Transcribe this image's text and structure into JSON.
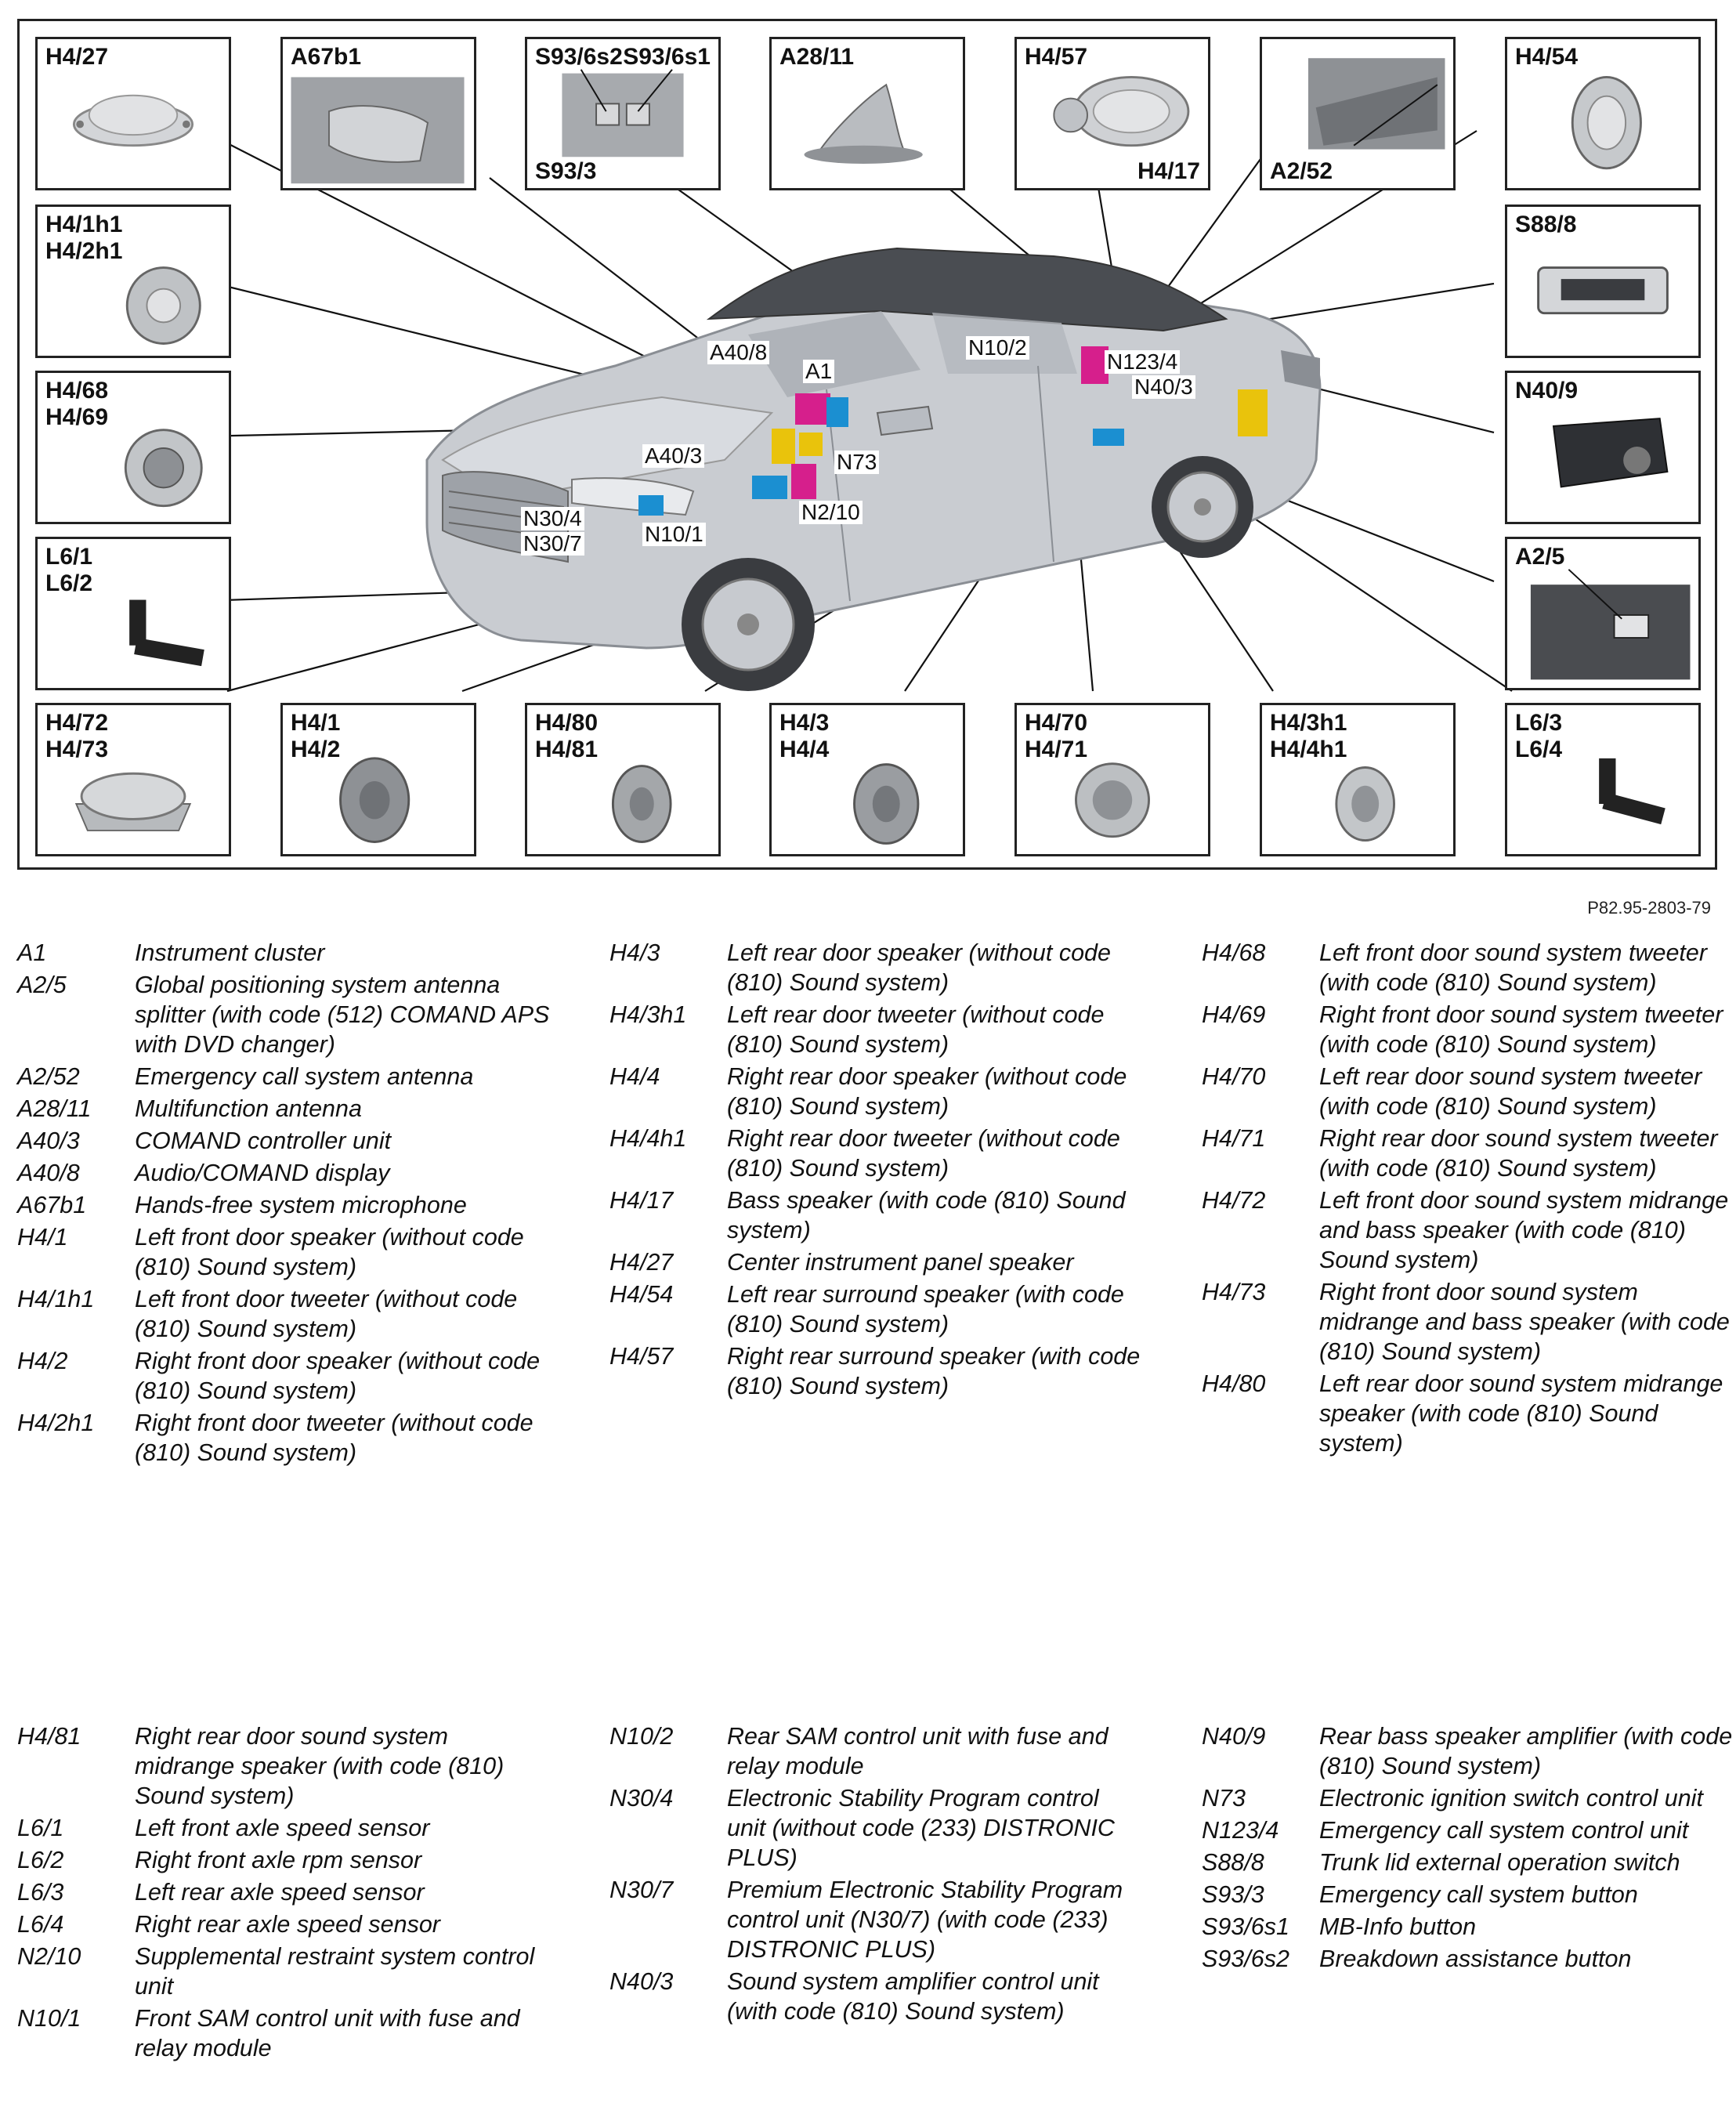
{
  "diagram": {
    "top_boxes": [
      {
        "id": "h4-27",
        "labels": [
          "H4/27"
        ]
      },
      {
        "id": "a67b1",
        "labels": [
          "A67b1"
        ]
      },
      {
        "id": "s93",
        "labels": [
          "S93/6s2",
          "S93/6s1",
          "S93/3"
        ]
      },
      {
        "id": "a28-11",
        "labels": [
          "A28/11"
        ]
      },
      {
        "id": "h4-57",
        "labels": [
          "H4/57",
          "H4/17"
        ]
      },
      {
        "id": "a2-52",
        "labels": [
          "A2/52"
        ]
      },
      {
        "id": "h4-54",
        "labels": [
          "H4/54"
        ]
      }
    ],
    "left_boxes": [
      {
        "id": "h4-1h1",
        "labels": [
          "H4/1h1",
          "H4/2h1"
        ]
      },
      {
        "id": "h4-68",
        "labels": [
          "H4/68",
          "H4/69"
        ]
      },
      {
        "id": "l6-1",
        "labels": [
          "L6/1",
          "L6/2"
        ]
      }
    ],
    "right_boxes": [
      {
        "id": "s88-8",
        "labels": [
          "S88/8"
        ]
      },
      {
        "id": "n40-9",
        "labels": [
          "N40/9"
        ]
      },
      {
        "id": "a2-5",
        "labels": [
          "A2/5"
        ]
      }
    ],
    "bottom_boxes": [
      {
        "id": "h4-72",
        "labels": [
          "H4/72",
          "H4/73"
        ]
      },
      {
        "id": "h4-1",
        "labels": [
          "H4/1",
          "H4/2"
        ]
      },
      {
        "id": "h4-80",
        "labels": [
          "H4/80",
          "H4/81"
        ]
      },
      {
        "id": "h4-3",
        "labels": [
          "H4/3",
          "H4/4"
        ]
      },
      {
        "id": "h4-70",
        "labels": [
          "H4/70",
          "H4/71"
        ]
      },
      {
        "id": "h4-3h1",
        "labels": [
          "H4/3h1",
          "H4/4h1"
        ]
      },
      {
        "id": "l6-3",
        "labels": [
          "L6/3",
          "L6/4"
        ]
      }
    ],
    "car_callouts": [
      "A40/8",
      "A1",
      "N10/2",
      "N123/4",
      "N40/3",
      "A40/3",
      "N73",
      "N30/4",
      "N30/7",
      "N10/1",
      "N2/10"
    ],
    "figure_ref": "P82.95-2803-79"
  },
  "legend": {
    "block1": {
      "col1": [
        {
          "code": "A1",
          "desc": "Instrument cluster"
        },
        {
          "code": "A2/5",
          "desc": "Global positioning system antenna splitter (with code (512) COMAND APS with DVD changer)"
        },
        {
          "code": "A2/52",
          "desc": "Emergency call system antenna"
        },
        {
          "code": "A28/11",
          "desc": "Multifunction antenna"
        },
        {
          "code": "A40/3",
          "desc": "COMAND controller unit"
        },
        {
          "code": "A40/8",
          "desc": "Audio/COMAND display"
        },
        {
          "code": "A67b1",
          "desc": "Hands-free system microphone"
        },
        {
          "code": "H4/1",
          "desc": "Left front door speaker (without code (810) Sound system)"
        },
        {
          "code": "H4/1h1",
          "desc": "Left front door tweeter (without code (810) Sound system)"
        },
        {
          "code": "H4/2",
          "desc": "Right front door speaker (without code (810) Sound system)"
        },
        {
          "code": "H4/2h1",
          "desc": "Right front door tweeter (without code (810) Sound system)"
        }
      ],
      "col2": [
        {
          "code": "H4/3",
          "desc": "Left rear door speaker (without code (810) Sound system)"
        },
        {
          "code": "H4/3h1",
          "desc": "Left rear door tweeter (without code (810) Sound system)"
        },
        {
          "code": "H4/4",
          "desc": "Right rear door speaker (without code (810) Sound system)"
        },
        {
          "code": "H4/4h1",
          "desc": "Right rear door tweeter (without code (810) Sound system)"
        },
        {
          "code": "H4/17",
          "desc": "Bass speaker (with code (810) Sound system)"
        },
        {
          "code": "H4/27",
          "desc": "Center instrument panel speaker"
        },
        {
          "code": "H4/54",
          "desc": "Left rear surround speaker (with code (810) Sound system)"
        },
        {
          "code": "H4/57",
          "desc": "Right rear surround speaker (with code (810) Sound system)"
        }
      ],
      "col3": [
        {
          "code": "H4/68",
          "desc": "Left front door sound system tweeter (with code (810) Sound system)"
        },
        {
          "code": "H4/69",
          "desc": "Right front door sound system tweeter (with code (810) Sound system)"
        },
        {
          "code": "H4/70",
          "desc": "Left rear door sound system tweeter (with code (810) Sound system)"
        },
        {
          "code": "H4/71",
          "desc": "Right rear door sound system tweeter (with code (810) Sound system)"
        },
        {
          "code": "H4/72",
          "desc": "Left front door sound system midrange and bass speaker (with code (810) Sound system)"
        },
        {
          "code": "H4/73",
          "desc": "Right front door sound system midrange and bass speaker (with code (810) Sound system)"
        },
        {
          "code": "H4/80",
          "desc": "Left rear door sound system midrange speaker (with code (810) Sound system)"
        }
      ]
    },
    "block2": {
      "col1": [
        {
          "code": "H4/81",
          "desc": "Right rear door sound system midrange speaker (with code (810) Sound system)"
        },
        {
          "code": "L6/1",
          "desc": "Left front axle speed sensor"
        },
        {
          "code": "L6/2",
          "desc": "Right front axle rpm sensor"
        },
        {
          "code": "L6/3",
          "desc": "Left rear axle speed sensor"
        },
        {
          "code": "L6/4",
          "desc": "Right rear axle speed sensor"
        },
        {
          "code": "N2/10",
          "desc": "Supplemental restraint system control unit"
        },
        {
          "code": "N10/1",
          "desc": "Front SAM control unit with fuse and relay module"
        }
      ],
      "col2": [
        {
          "code": "N10/2",
          "desc": "Rear SAM control unit with fuse and relay module"
        },
        {
          "code": "N30/4",
          "desc": "Electronic Stability Program control unit (without code (233) DISTRONIC PLUS)"
        },
        {
          "code": "N30/7",
          "desc": "Premium Electronic Stability Program control unit (N30/7) (with code (233) DISTRONIC PLUS)"
        },
        {
          "code": "N40/3",
          "desc": "Sound system amplifier control unit (with code (810) Sound system)"
        }
      ],
      "col3": [
        {
          "code": "N40/9",
          "desc": "Rear bass speaker amplifier (with code (810) Sound system)"
        },
        {
          "code": "N73",
          "desc": "Electronic ignition switch control unit"
        },
        {
          "code": "N123/4",
          "desc": "Emergency call system control unit"
        },
        {
          "code": "S88/8",
          "desc": "Trunk lid external operation switch"
        },
        {
          "code": "S93/3",
          "desc": "Emergency call system button"
        },
        {
          "code": "S93/6s1",
          "desc": "MB-Info button"
        },
        {
          "code": "S93/6s2",
          "desc": "Breakdown assistance button"
        }
      ]
    }
  }
}
